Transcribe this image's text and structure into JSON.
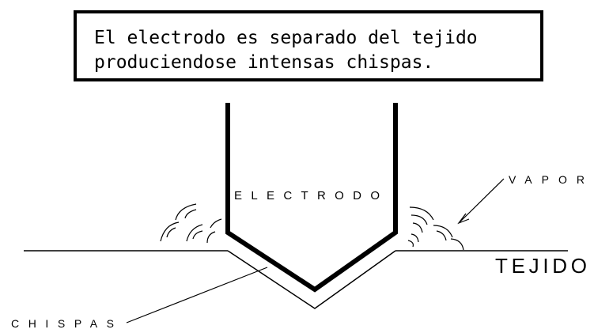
{
  "caption": {
    "line1": "El electrodo es separado del tejido",
    "line2": "produciendose intensas chispas."
  },
  "labels": {
    "electrodo": "ELECTRODO",
    "vapor": "VAPOR",
    "tejido": "TEJIDO",
    "chispas": "CHISPAS"
  },
  "colors": {
    "ink": "#000000",
    "background": "#ffffff"
  }
}
